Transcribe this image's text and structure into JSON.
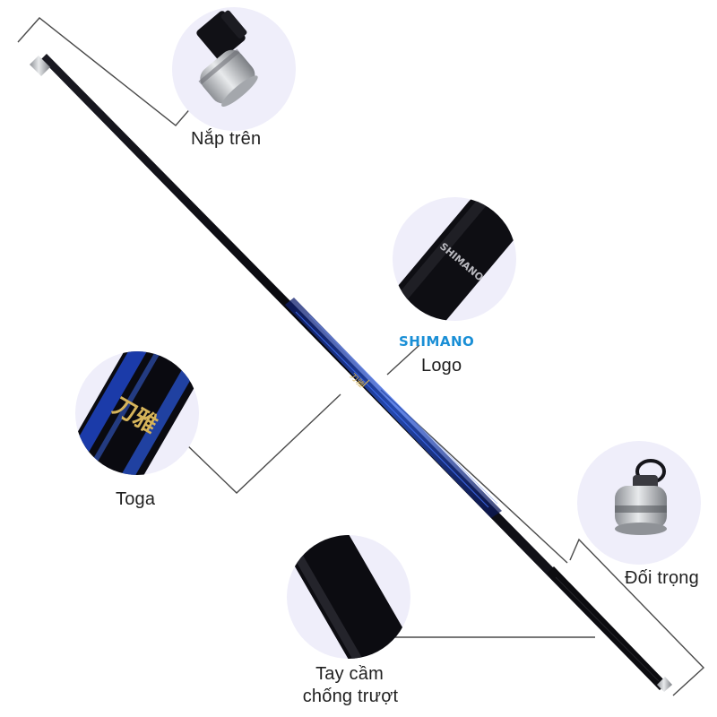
{
  "callouts": {
    "top_cap": {
      "label": "Nắp trên"
    },
    "logo": {
      "label": "Logo",
      "brand_text": "SHIMANO",
      "engraved_text": "SHIMANO"
    },
    "toga": {
      "label": "Toga",
      "engraved_text": "刀雅"
    },
    "counterweight": {
      "label": "Đối trọng"
    },
    "grip": {
      "label_line1": "Tay cầm",
      "label_line2": "chống trượt"
    }
  },
  "rod": {
    "engraved_text": "刀雅"
  },
  "colors": {
    "background": "#ffffff",
    "circle": "#efeefa",
    "line": "#4a4a4a",
    "brand": "#1a8fd6",
    "rod": "#0b0b12",
    "rod_accent": "#1b3fb0",
    "gold": "#d6b45a",
    "metal": "#b9bcc0"
  }
}
